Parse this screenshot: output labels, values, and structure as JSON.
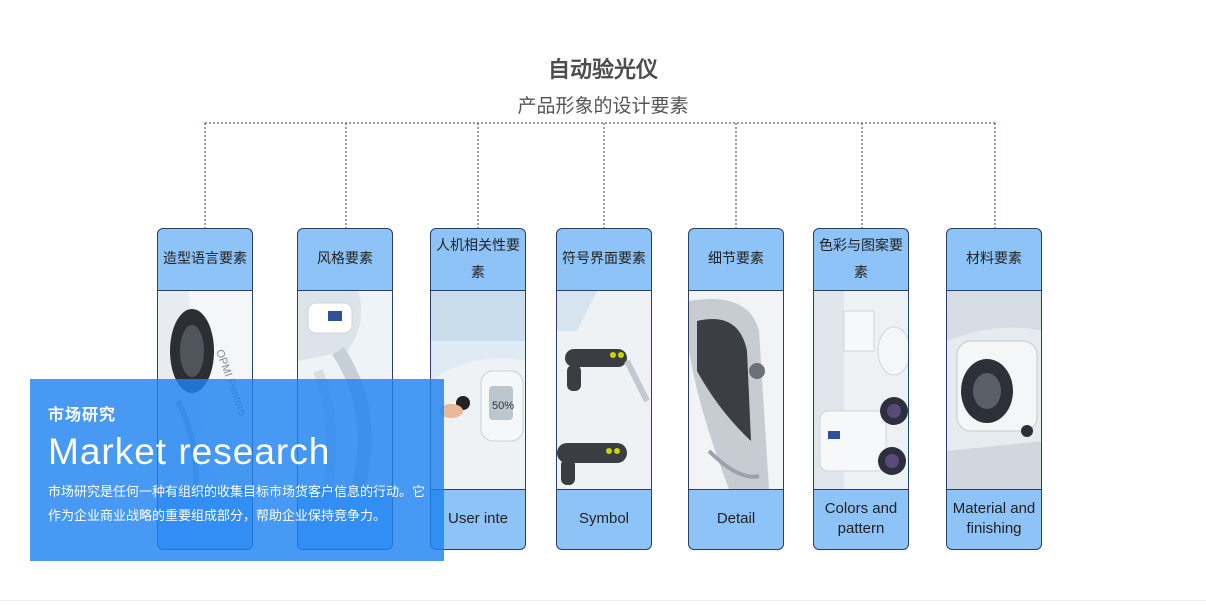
{
  "header": {
    "title": "自动验光仪",
    "subtitle": "产品形象的设计要素"
  },
  "cards": [
    {
      "label_cn": "造型语言要素",
      "label_en": "",
      "icon": "device-photo"
    },
    {
      "label_cn": "风格要素",
      "label_en": "",
      "icon": "device-photo"
    },
    {
      "label_cn": "人机相关性要素",
      "label_en": "User inte",
      "icon": "device-photo"
    },
    {
      "label_cn": "符号界面要素",
      "label_en": "Symbol",
      "icon": "device-photo"
    },
    {
      "label_cn": "细节要素",
      "label_en": "Detail",
      "icon": "device-photo"
    },
    {
      "label_cn": "色彩与图案要素",
      "label_en": "Colors and pattern",
      "icon": "device-photo"
    },
    {
      "label_cn": "材料要素",
      "label_en": "Material and finishing",
      "icon": "device-photo"
    }
  ],
  "overlay": {
    "title_cn": "市场研究",
    "title_en": "Market research",
    "description": "市场研究是任何一种有组织的收集目标市场货客户信息的行动。它作为企业商业战略的重要组成部分，帮助企业保持竞争力。"
  },
  "colors": {
    "card_fill": "#8dc3f7",
    "card_border": "#2a3f6b",
    "connector": "#2a3f6b",
    "overlay": "#1e82f0"
  }
}
